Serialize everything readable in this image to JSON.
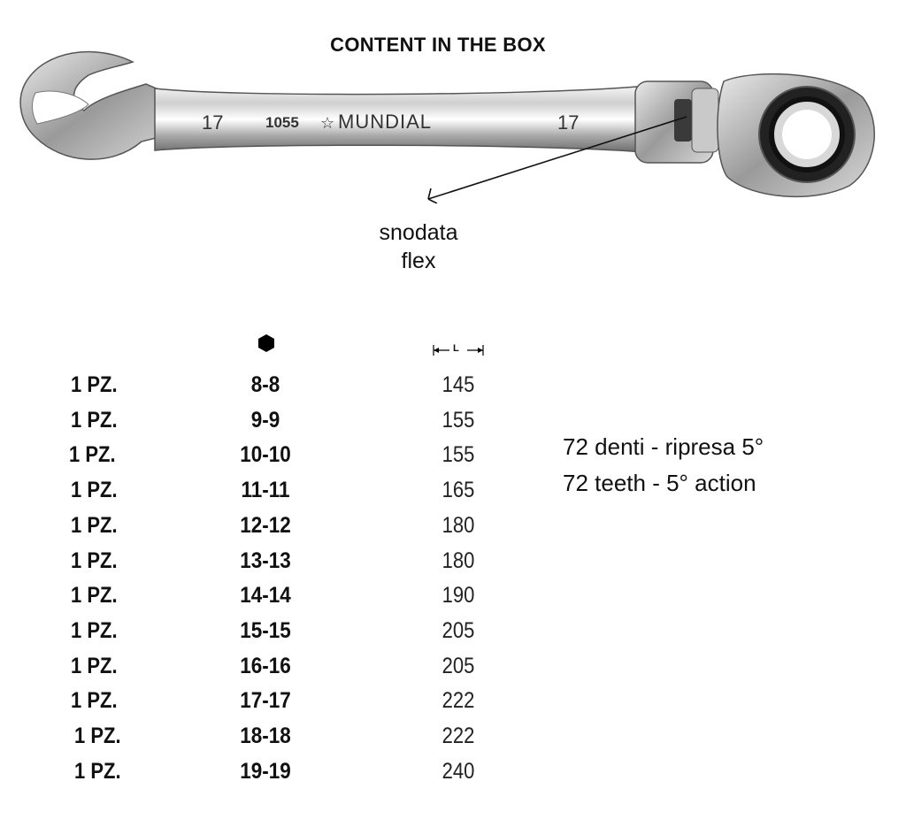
{
  "title": "CONTENT IN THE BOX",
  "wrench": {
    "size_left": "17",
    "code": "1055",
    "brand": "MUNDIAL",
    "size_right": "17"
  },
  "flex_label": {
    "line1": "snodata",
    "line2": "flex"
  },
  "headers": {
    "length_symbol": "L",
    "size_icon": "hexagon-icon",
    "length_icon": "length-dimension-icon"
  },
  "items": [
    {
      "qty": "1 PZ.",
      "size": "8-8",
      "length": "145"
    },
    {
      "qty": "1 PZ.",
      "size": "9-9",
      "length": "155"
    },
    {
      "qty": "1 PZ.",
      "size": "10-10",
      "length": "155"
    },
    {
      "qty": "1 PZ.",
      "size": "11-11",
      "length": "165"
    },
    {
      "qty": "1 PZ.",
      "size": "12-12",
      "length": "180"
    },
    {
      "qty": "1 PZ.",
      "size": "13-13",
      "length": "180"
    },
    {
      "qty": "1 PZ.",
      "size": "14-14",
      "length": "190"
    },
    {
      "qty": "1 PZ.",
      "size": "15-15",
      "length": "205"
    },
    {
      "qty": "1 PZ.",
      "size": "16-16",
      "length": "205"
    },
    {
      "qty": "1 PZ.",
      "size": "17-17",
      "length": "222"
    },
    {
      "qty": "1 PZ.",
      "size": "18-18",
      "length": "222"
    },
    {
      "qty": "1 PZ.",
      "size": "19-19",
      "length": "240"
    }
  ],
  "notes": {
    "line1": "72 denti - ripresa 5°",
    "line2": "72 teeth - 5° action"
  }
}
